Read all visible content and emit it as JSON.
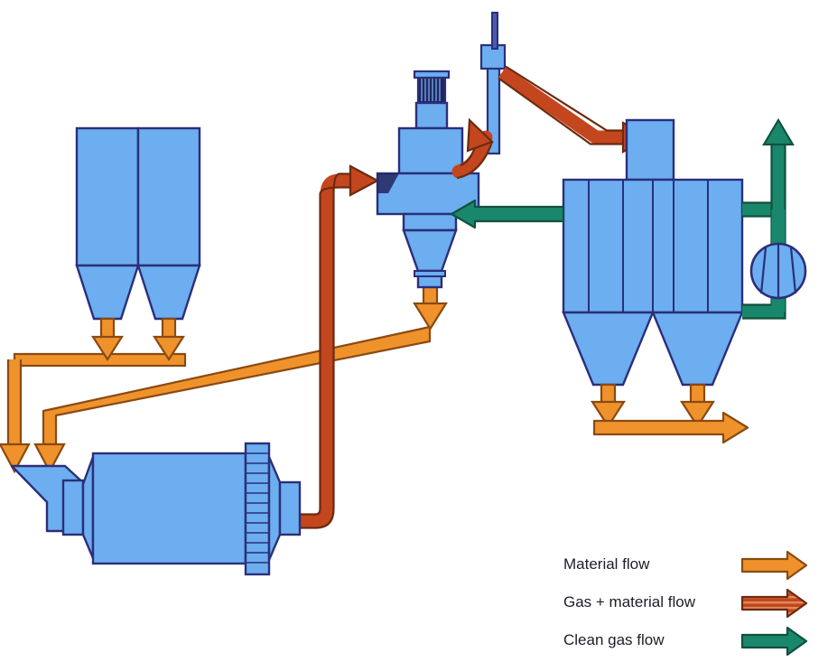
{
  "diagram": {
    "title": "Closed-circuit grinding plant flow diagram",
    "background": "#ffffff"
  },
  "palette": {
    "equipment_fill": "#6CAEF0",
    "equipment_fill_light": "#86BDF4",
    "equipment_fill_shade": "#5BA0E6",
    "equipment_outline": "#2B2F7A",
    "material_flow": "#F0922B",
    "material_flow_outline": "#8A4A12",
    "gas_material_flow": "#C4461E",
    "gas_material_flow_outline": "#6B2A10",
    "clean_gas_flow": "#19876B",
    "clean_gas_flow_outline": "#10503F",
    "motor_dark": "#23265E",
    "legend_text": "#1d1d28"
  },
  "legend": {
    "items": [
      {
        "label": "Material flow",
        "color_key": "material_flow",
        "arrow_style": "solid"
      },
      {
        "label": "Gas + material flow",
        "color_key": "gas_material_flow",
        "arrow_style": "hatched"
      },
      {
        "label": "Clean gas flow",
        "color_key": "clean_gas_flow",
        "arrow_style": "solid"
      }
    ]
  },
  "equipment": [
    {
      "id": "feed-silos",
      "name": "Feed silos",
      "description": "Twin rectangular storage silos with conical discharge hoppers",
      "count": 2
    },
    {
      "id": "ball-mill",
      "name": "Ball mill",
      "description": "Horizontal tube mill with inclined feed chute, trunnion bearings and girth ring gear"
    },
    {
      "id": "classifier",
      "name": "Dynamic air separator / classifier",
      "description": "Rotor classifier with top drive motor, cylindrical body and conical coarse-reject outlet"
    },
    {
      "id": "bag-filter",
      "name": "Bag filter",
      "description": "Multi-compartment bag house with two collecting hoppers"
    },
    {
      "id": "fan",
      "name": "Process fan",
      "description": "Circular centrifugal fan on the clean gas circuit"
    },
    {
      "id": "damper-riser",
      "name": "Riser duct with damper",
      "description": "Vertical duct with regulating damper above the classifier"
    }
  ],
  "flows": [
    {
      "id": "silo-to-mill",
      "type": "material_flow",
      "from": "feed-silos",
      "to": "ball-mill"
    },
    {
      "id": "classifier-tailings-to-mill",
      "type": "material_flow",
      "from": "classifier",
      "to": "ball-mill"
    },
    {
      "id": "mill-to-classifier",
      "type": "gas_material_flow",
      "from": "ball-mill",
      "to": "classifier"
    },
    {
      "id": "classifier-to-filter",
      "type": "gas_material_flow",
      "from": "classifier",
      "to": "bag-filter"
    },
    {
      "id": "filter-to-classifier",
      "type": "clean_gas_flow",
      "from": "bag-filter",
      "to": "classifier"
    },
    {
      "id": "filter-to-fan",
      "type": "clean_gas_flow",
      "from": "bag-filter",
      "to": "fan"
    },
    {
      "id": "fan-to-stack",
      "type": "clean_gas_flow",
      "from": "fan",
      "to": "stack"
    },
    {
      "id": "filter-product-discharge",
      "type": "material_flow",
      "from": "bag-filter",
      "to": "product"
    }
  ]
}
